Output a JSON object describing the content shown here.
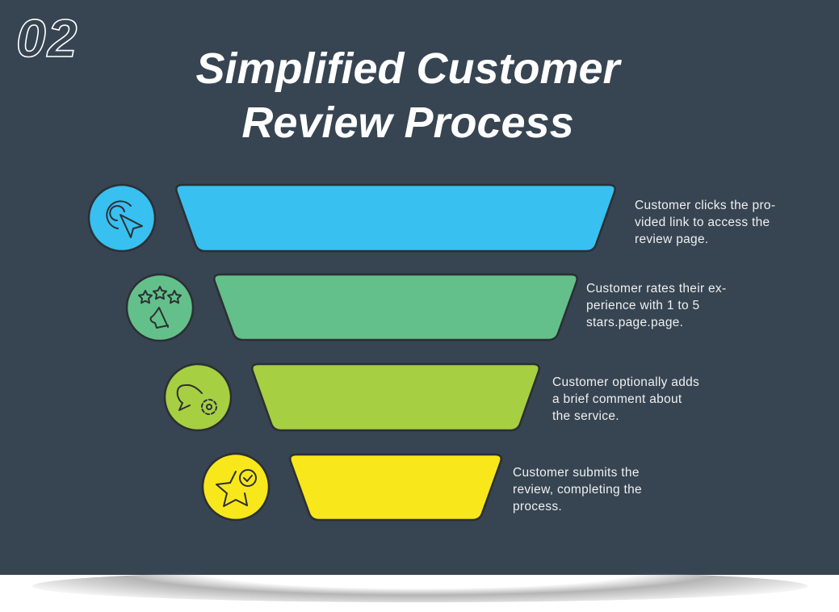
{
  "header": {
    "number": "02",
    "title_lines": [
      "Simplified Customer",
      "Review Process"
    ]
  },
  "steps": [
    {
      "icon": "cursor-click-icon",
      "color": "#38c0f0",
      "lines": [
        "Customer clicks the pro-",
        "vided link to access the",
        "review page."
      ]
    },
    {
      "icon": "star-rating-icon",
      "color": "#64c08a",
      "lines": [
        "Customer rates their ex-",
        "perience with 1 to 5",
        "stars.page.page."
      ]
    },
    {
      "icon": "comment-gear-icon",
      "color": "#a6cf42",
      "lines": [
        "Customer optionally adds",
        "a brief comment about",
        "the service."
      ]
    },
    {
      "icon": "star-check-icon",
      "color": "#f8e71b",
      "lines": [
        "Customer submits the",
        "review, completing the",
        "process."
      ]
    }
  ]
}
